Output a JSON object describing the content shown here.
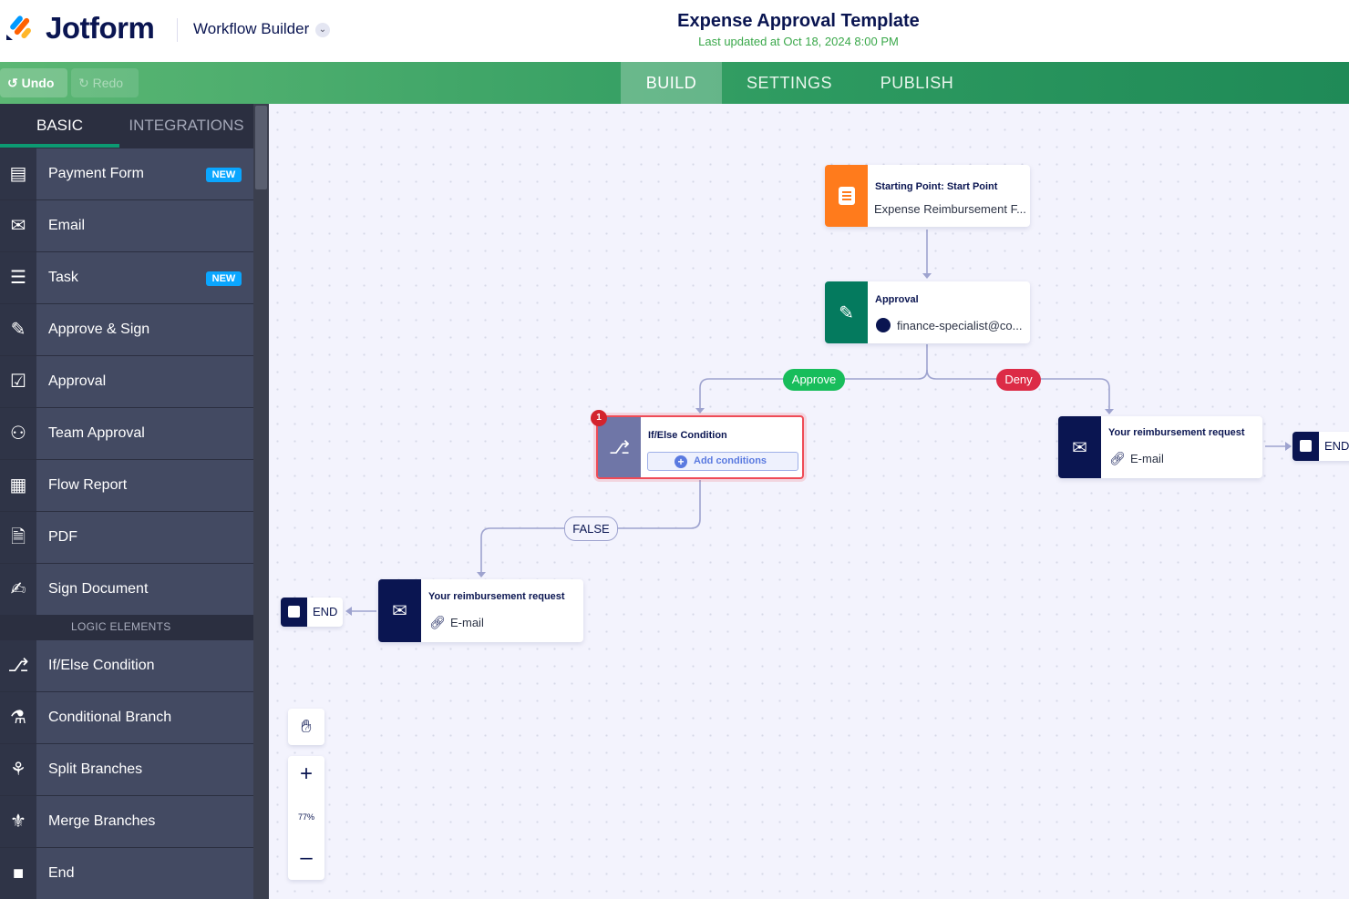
{
  "header": {
    "brand": "Jotform",
    "product": "Workflow Builder",
    "title": "Expense Approval Template",
    "updated": "Last updated at Oct 18, 2024 8:00 PM"
  },
  "toolbar": {
    "undo": "Undo",
    "redo": "Redo",
    "tabs": [
      "BUILD",
      "SETTINGS",
      "PUBLISH"
    ],
    "active_tab": "BUILD"
  },
  "sidebar": {
    "tabs": [
      "BASIC",
      "INTEGRATIONS"
    ],
    "active_tab": "BASIC",
    "items": [
      {
        "label": "Payment Form",
        "badge": "NEW",
        "icon": "payment-form-icon"
      },
      {
        "label": "Email",
        "icon": "email-icon"
      },
      {
        "label": "Task",
        "badge": "NEW",
        "icon": "task-icon"
      },
      {
        "label": "Approve & Sign",
        "icon": "approve-sign-icon"
      },
      {
        "label": "Approval",
        "icon": "approval-icon"
      },
      {
        "label": "Team Approval",
        "icon": "team-approval-icon"
      },
      {
        "label": "Flow Report",
        "icon": "flow-report-icon"
      },
      {
        "label": "PDF",
        "icon": "pdf-icon"
      },
      {
        "label": "Sign Document",
        "icon": "sign-document-icon"
      }
    ],
    "logic_header": "LOGIC ELEMENTS",
    "logic_items": [
      {
        "label": "If/Else Condition",
        "icon": "if-else-icon"
      },
      {
        "label": "Conditional Branch",
        "icon": "conditional-branch-icon"
      },
      {
        "label": "Split Branches",
        "icon": "split-branches-icon"
      },
      {
        "label": "Merge Branches",
        "icon": "merge-branches-icon"
      },
      {
        "label": "End",
        "icon": "end-icon"
      }
    ]
  },
  "canvas": {
    "start": {
      "title": "Starting Point: Start Point",
      "subtitle": "Expense Reimbursement F..."
    },
    "approval": {
      "title": "Approval",
      "assignee": "finance-specialist@co..."
    },
    "approve_label": "Approve",
    "deny_label": "Deny",
    "ifelse": {
      "title": "If/Else Condition",
      "action": "Add conditions",
      "error_count": "1"
    },
    "false_label": "FALSE",
    "email_right": {
      "title": "Your reimbursement request",
      "subtitle": "E-mail"
    },
    "email_left": {
      "title": "Your reimbursement request",
      "subtitle": "E-mail"
    },
    "end_label": "END",
    "zoom": "77%"
  },
  "colors": {
    "green": "#2d9a60",
    "orange": "#ff7b1c",
    "approval": "#047a5e",
    "navy": "#0a1551",
    "approve": "#18bd5b",
    "deny": "#dc2b46",
    "ifelse": "#6f76a7"
  }
}
